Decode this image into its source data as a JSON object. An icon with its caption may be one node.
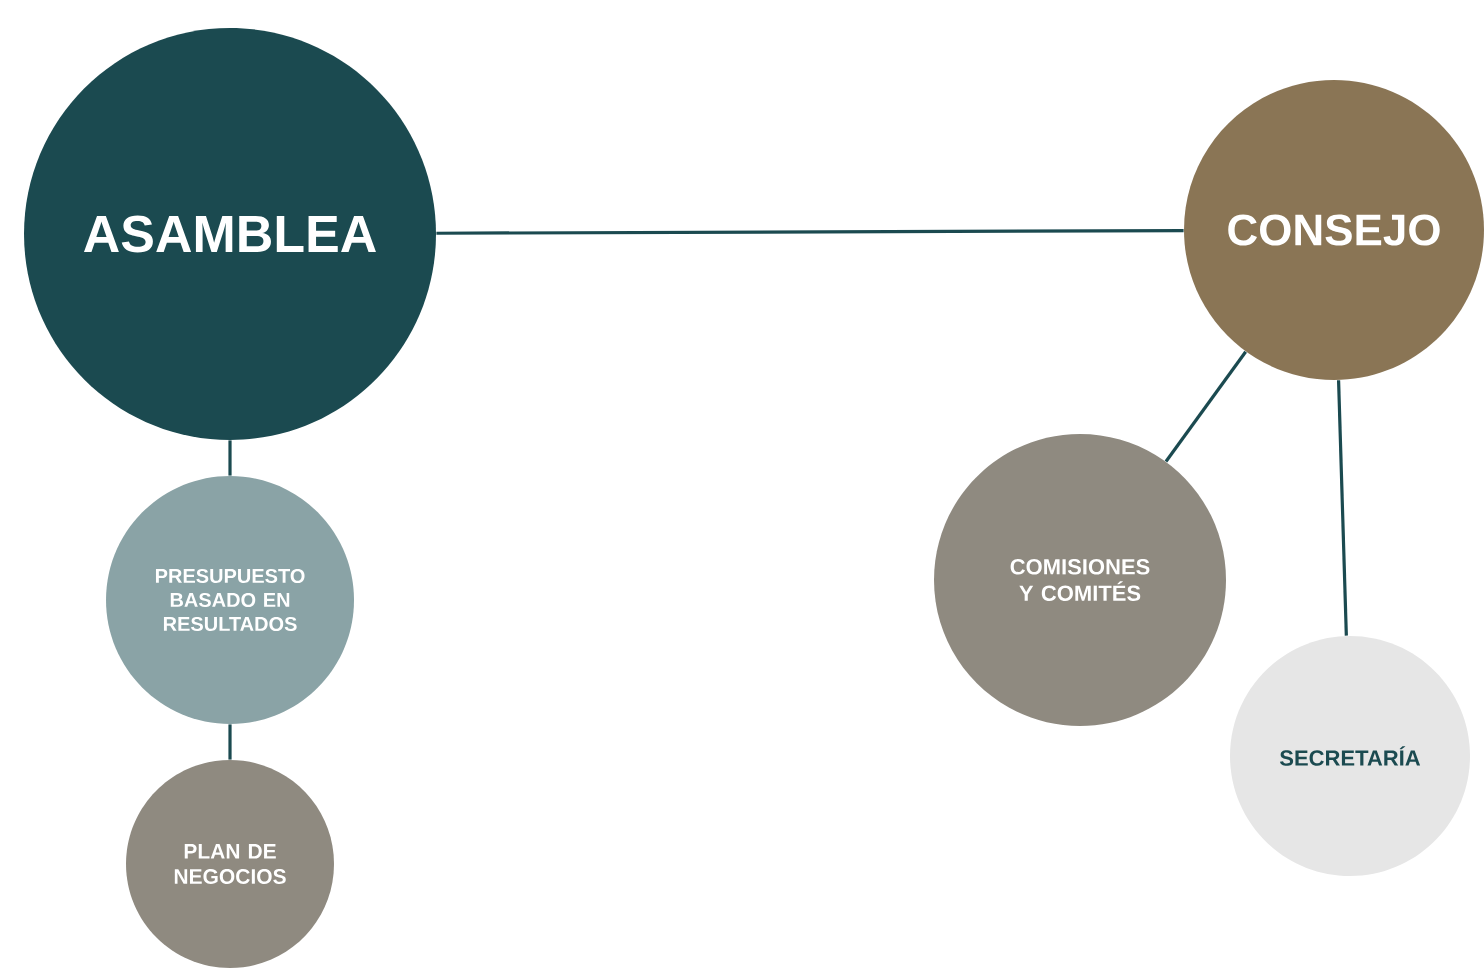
{
  "diagram": {
    "nodes": [
      {
        "text": [
          "ASAMBLEA"
        ]
      },
      {
        "text": [
          "CONSEJO"
        ]
      },
      {
        "text": [
          "PRESUPUESTO BASADO EN RESULTADOS"
        ]
      },
      {
        "text": [
          "PLAN DE NEGOCIOS"
        ]
      },
      {
        "text": [
          "COMISIONES Y COMITÉS"
        ]
      },
      {
        "text": [
          "SECRETARÍA"
        ]
      }
    ],
    "edges": [
      {
        "from": 0,
        "to": 1,
        "arrow": "none"
      },
      {
        "from": 0,
        "to": 2,
        "arrow": "none"
      },
      {
        "from": 2,
        "to": 3,
        "arrow": "none"
      },
      {
        "from": 1,
        "to": 4,
        "arrow": "none"
      },
      {
        "from": 1,
        "to": 5,
        "arrow": "none"
      }
    ]
  }
}
